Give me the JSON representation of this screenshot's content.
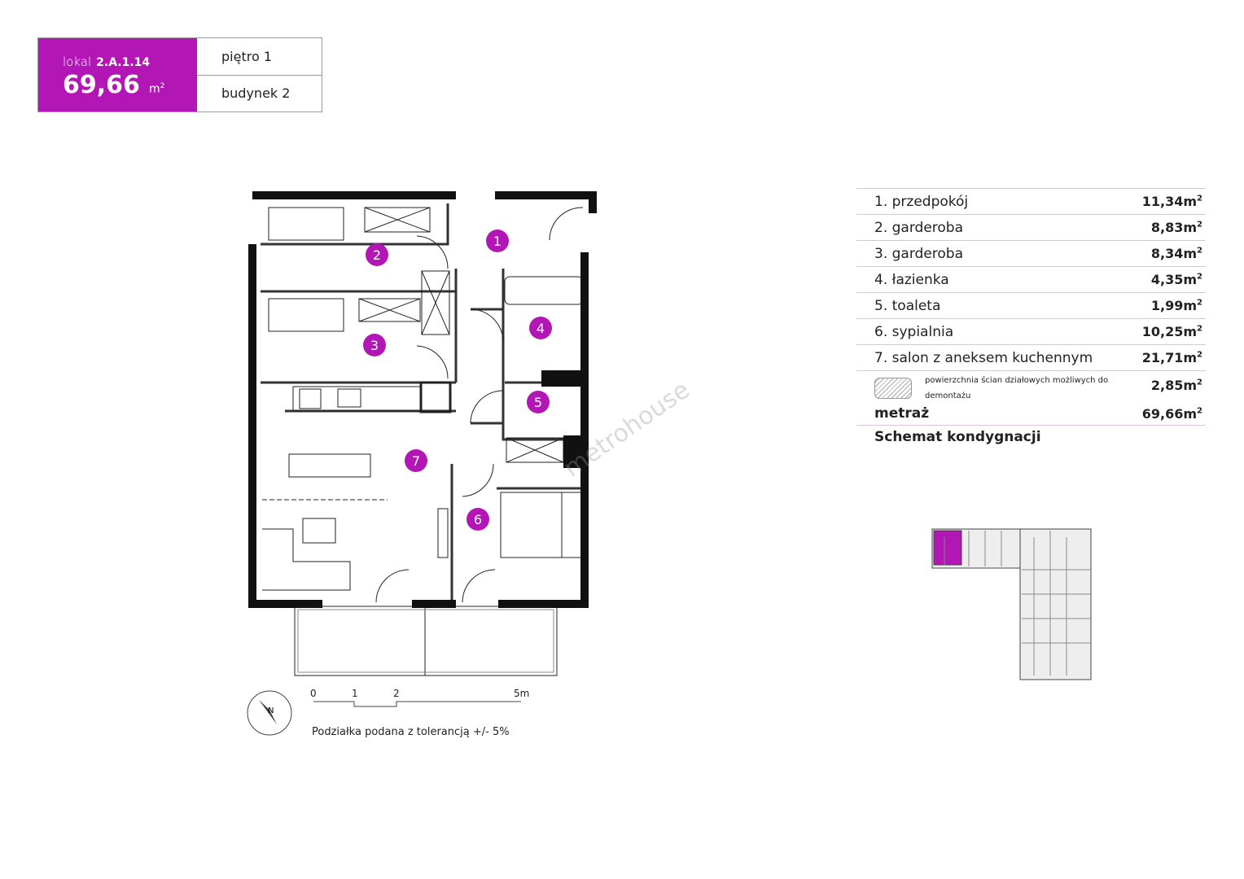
{
  "header": {
    "lokal_label": "lokal",
    "lokal_id": "2.A.1.14",
    "area": "69,66",
    "area_unit": "m",
    "area_unit_sup": "2",
    "floor": "piętro 1",
    "building": "budynek 2"
  },
  "rooms": [
    {
      "name": "1. przedpokój",
      "area": "11,34m",
      "n": "1"
    },
    {
      "name": "2. garderoba",
      "area": "8,83m",
      "n": "2"
    },
    {
      "name": "3. garderoba",
      "area": "8,34m",
      "n": "3"
    },
    {
      "name": "4. łazienka",
      "area": "4,35m",
      "n": "4"
    },
    {
      "name": "5. toaleta",
      "area": "1,99m",
      "n": "5"
    },
    {
      "name": "6. sypialnia",
      "area": "10,25m",
      "n": "6"
    },
    {
      "name": "7. salon z aneksem kuchennym",
      "area": "21,71m",
      "n": "7"
    }
  ],
  "sup": "2",
  "walls": {
    "label": "powierzchnia ścian działowych możliwych do demontażu",
    "area": "2,85m"
  },
  "total": {
    "label": "metraż",
    "area": "69,66m"
  },
  "schema_title": "Schemat kondygnacji",
  "scale": {
    "labels": [
      "0",
      "1",
      "2",
      "5m"
    ],
    "note": "Podziałka podana z tolerancją +/- 5%",
    "north": "N"
  },
  "watermark": "metrohouse",
  "colors": {
    "accent": "#b216b5"
  }
}
